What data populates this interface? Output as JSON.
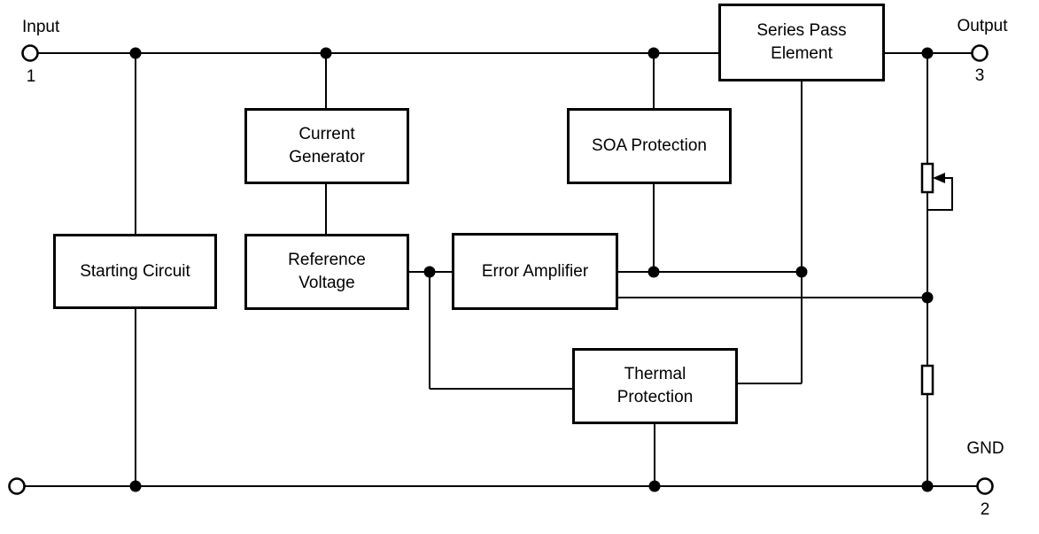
{
  "diagram": {
    "blocks": [
      {
        "id": "starting-circuit",
        "label": "Starting Circuit"
      },
      {
        "id": "current-generator",
        "label": "Current\nGenerator"
      },
      {
        "id": "reference-voltage",
        "label": "Reference\nVoltage"
      },
      {
        "id": "error-amplifier",
        "label": "Error Amplifier"
      },
      {
        "id": "soa-protection",
        "label": "SOA Protection"
      },
      {
        "id": "thermal-protection",
        "label": "Thermal\nProtection"
      },
      {
        "id": "series-pass-element",
        "label": "Series Pass\nElement"
      }
    ],
    "terminals": [
      {
        "id": "input",
        "label": "Input",
        "pin": "1"
      },
      {
        "id": "output",
        "label": "Output",
        "pin": "3"
      },
      {
        "id": "gnd",
        "label": "GND",
        "pin": "2"
      }
    ],
    "components": [
      {
        "id": "adjustable-resistor",
        "name": "potentiometer-icon"
      },
      {
        "id": "fixed-resistor",
        "name": "resistor-icon"
      }
    ],
    "colors": {
      "line": "#000000",
      "background": "#ffffff",
      "box_fill": "#ffffff",
      "text": "#000000"
    }
  }
}
